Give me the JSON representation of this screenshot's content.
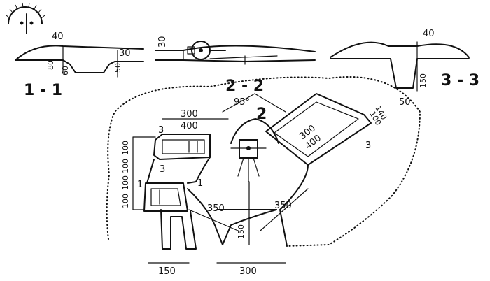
{
  "sections": {
    "s1": {
      "title": "1 - 1",
      "d40": "40",
      "d30": "30",
      "d80": "80",
      "d60": "60",
      "d50": "50"
    },
    "s2": {
      "title": "2 - 2",
      "d30": "30"
    },
    "s3": {
      "title": "3 - 3",
      "d40": "40",
      "d150": "150",
      "d50": "50"
    }
  },
  "plan": {
    "angle": "95°",
    "marker2": "2",
    "d300_left": "300",
    "d400_left": "400",
    "marker3_top": "3",
    "marker3_bottom": "3",
    "d100_a": "100",
    "d100_b": "100",
    "d100_c": "100",
    "d100_d": "100",
    "marker1_left": "1",
    "marker1_right": "1",
    "d350_left": "350",
    "d350_right": "350",
    "d150_center": "150",
    "d300_right": "300",
    "d400_right": "400",
    "marker3_right": "3",
    "d140": "140",
    "d100_right": "100",
    "d150_bottom": "150",
    "d300_bottom": "300"
  },
  "icons": [
    "compass-symbol-icon",
    "gun-icon"
  ]
}
